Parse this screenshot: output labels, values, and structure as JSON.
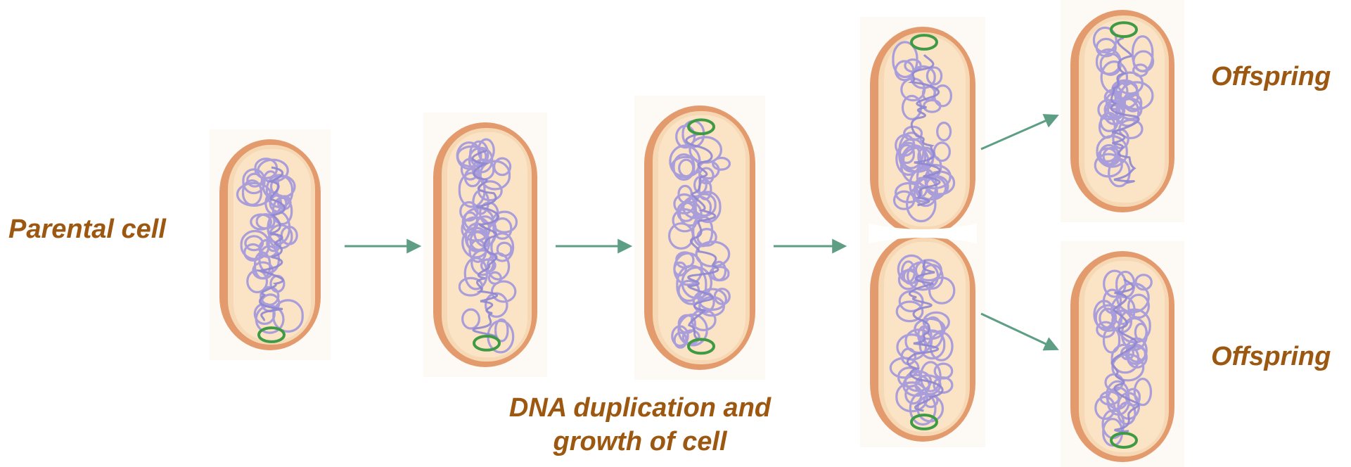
{
  "labels": {
    "parental_cell": "Parental cell",
    "offspring_top": "Offspring",
    "offspring_bottom": "Offspring",
    "dna_line1": "DNA duplication and",
    "dna_line2": "growth of cell"
  },
  "colors": {
    "label": "#9C5710",
    "wall_outer": "#E39A6C",
    "wall_inner": "#F6D8B4",
    "cytoplasm": "#FBE3C6",
    "dna": "#A49ADB",
    "dna_dark": "#8E86D0",
    "origin": "#3E9A43",
    "arrow": "#5D9E85",
    "halo": "#FDF9F4"
  },
  "icons": {
    "cell": "bacterial-cell-icon",
    "arrow": "right-arrow-icon",
    "dna": "dna-loop-icon",
    "origin": "replication-origin-icon"
  }
}
